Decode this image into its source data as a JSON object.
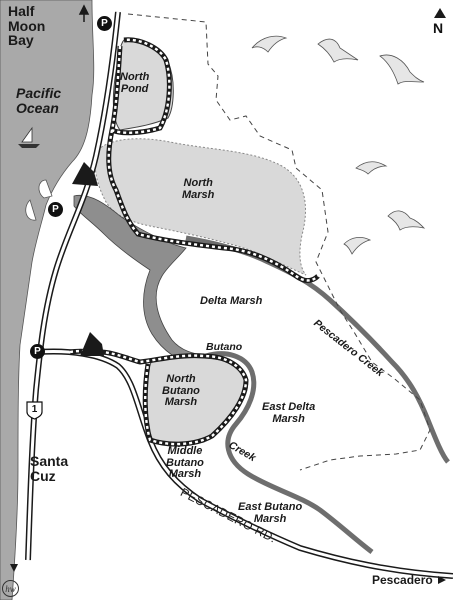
{
  "map": {
    "colors": {
      "ocean": "#a9a9a9",
      "marsh_fill": "#d9d9d9",
      "water": "#8e8e8e",
      "ink": "#1a1a1a",
      "trail": "#ffffff"
    },
    "labels": {
      "half_moon_bay": "Half Moon Bay",
      "half_moon_bay_line1": "Half",
      "half_moon_bay_line2": "Moon",
      "half_moon_bay_line3": "Bay",
      "pacific_ocean_line1": "Pacific",
      "pacific_ocean_line2": "Ocean",
      "north_pond_line1": "North",
      "north_pond_line2": "Pond",
      "north_marsh_line1": "North",
      "north_marsh_line2": "Marsh",
      "delta_marsh": "Delta Marsh",
      "butano": "Butano",
      "north_butano_line1": "North",
      "north_butano_line2": "Butano",
      "north_butano_line3": "Marsh",
      "east_delta_line1": "East Delta",
      "east_delta_line2": "Marsh",
      "middle_butano_line1": "Middle",
      "middle_butano_line2": "Butano",
      "middle_butano_line3": "Marsh",
      "creek": "Creek",
      "east_butano_line1": "East Butano",
      "east_butano_line2": "Marsh",
      "pescadero_creek": "Pescadero Creek",
      "pescadero_rd": "PESCADERO RD.",
      "santa_cruz_line1": "Santa",
      "santa_cruz_line2": "Cuz",
      "pescadero": "Pescadero",
      "north": "N",
      "parking": "P",
      "highway": "1",
      "credit": "hw"
    }
  }
}
